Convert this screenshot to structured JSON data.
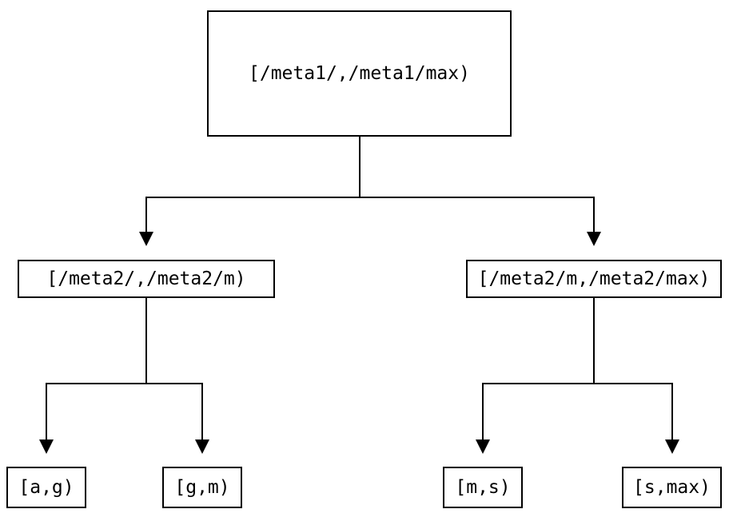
{
  "diagram": {
    "type": "interval-partition-tree",
    "colors": {
      "background": "#ffffff",
      "line": "#000000",
      "text": "#000000",
      "node_fill": "#ffffff"
    },
    "root": {
      "label": "[/meta1/,/meta1/max)"
    },
    "level2": [
      {
        "label": "[/meta2/,/meta2/m)"
      },
      {
        "label": "[/meta2/m,/meta2/max)"
      }
    ],
    "leaves": [
      {
        "label": "[a,g)"
      },
      {
        "label": "[g,m)"
      },
      {
        "label": "[m,s)"
      },
      {
        "label": "[s,max)"
      }
    ]
  }
}
